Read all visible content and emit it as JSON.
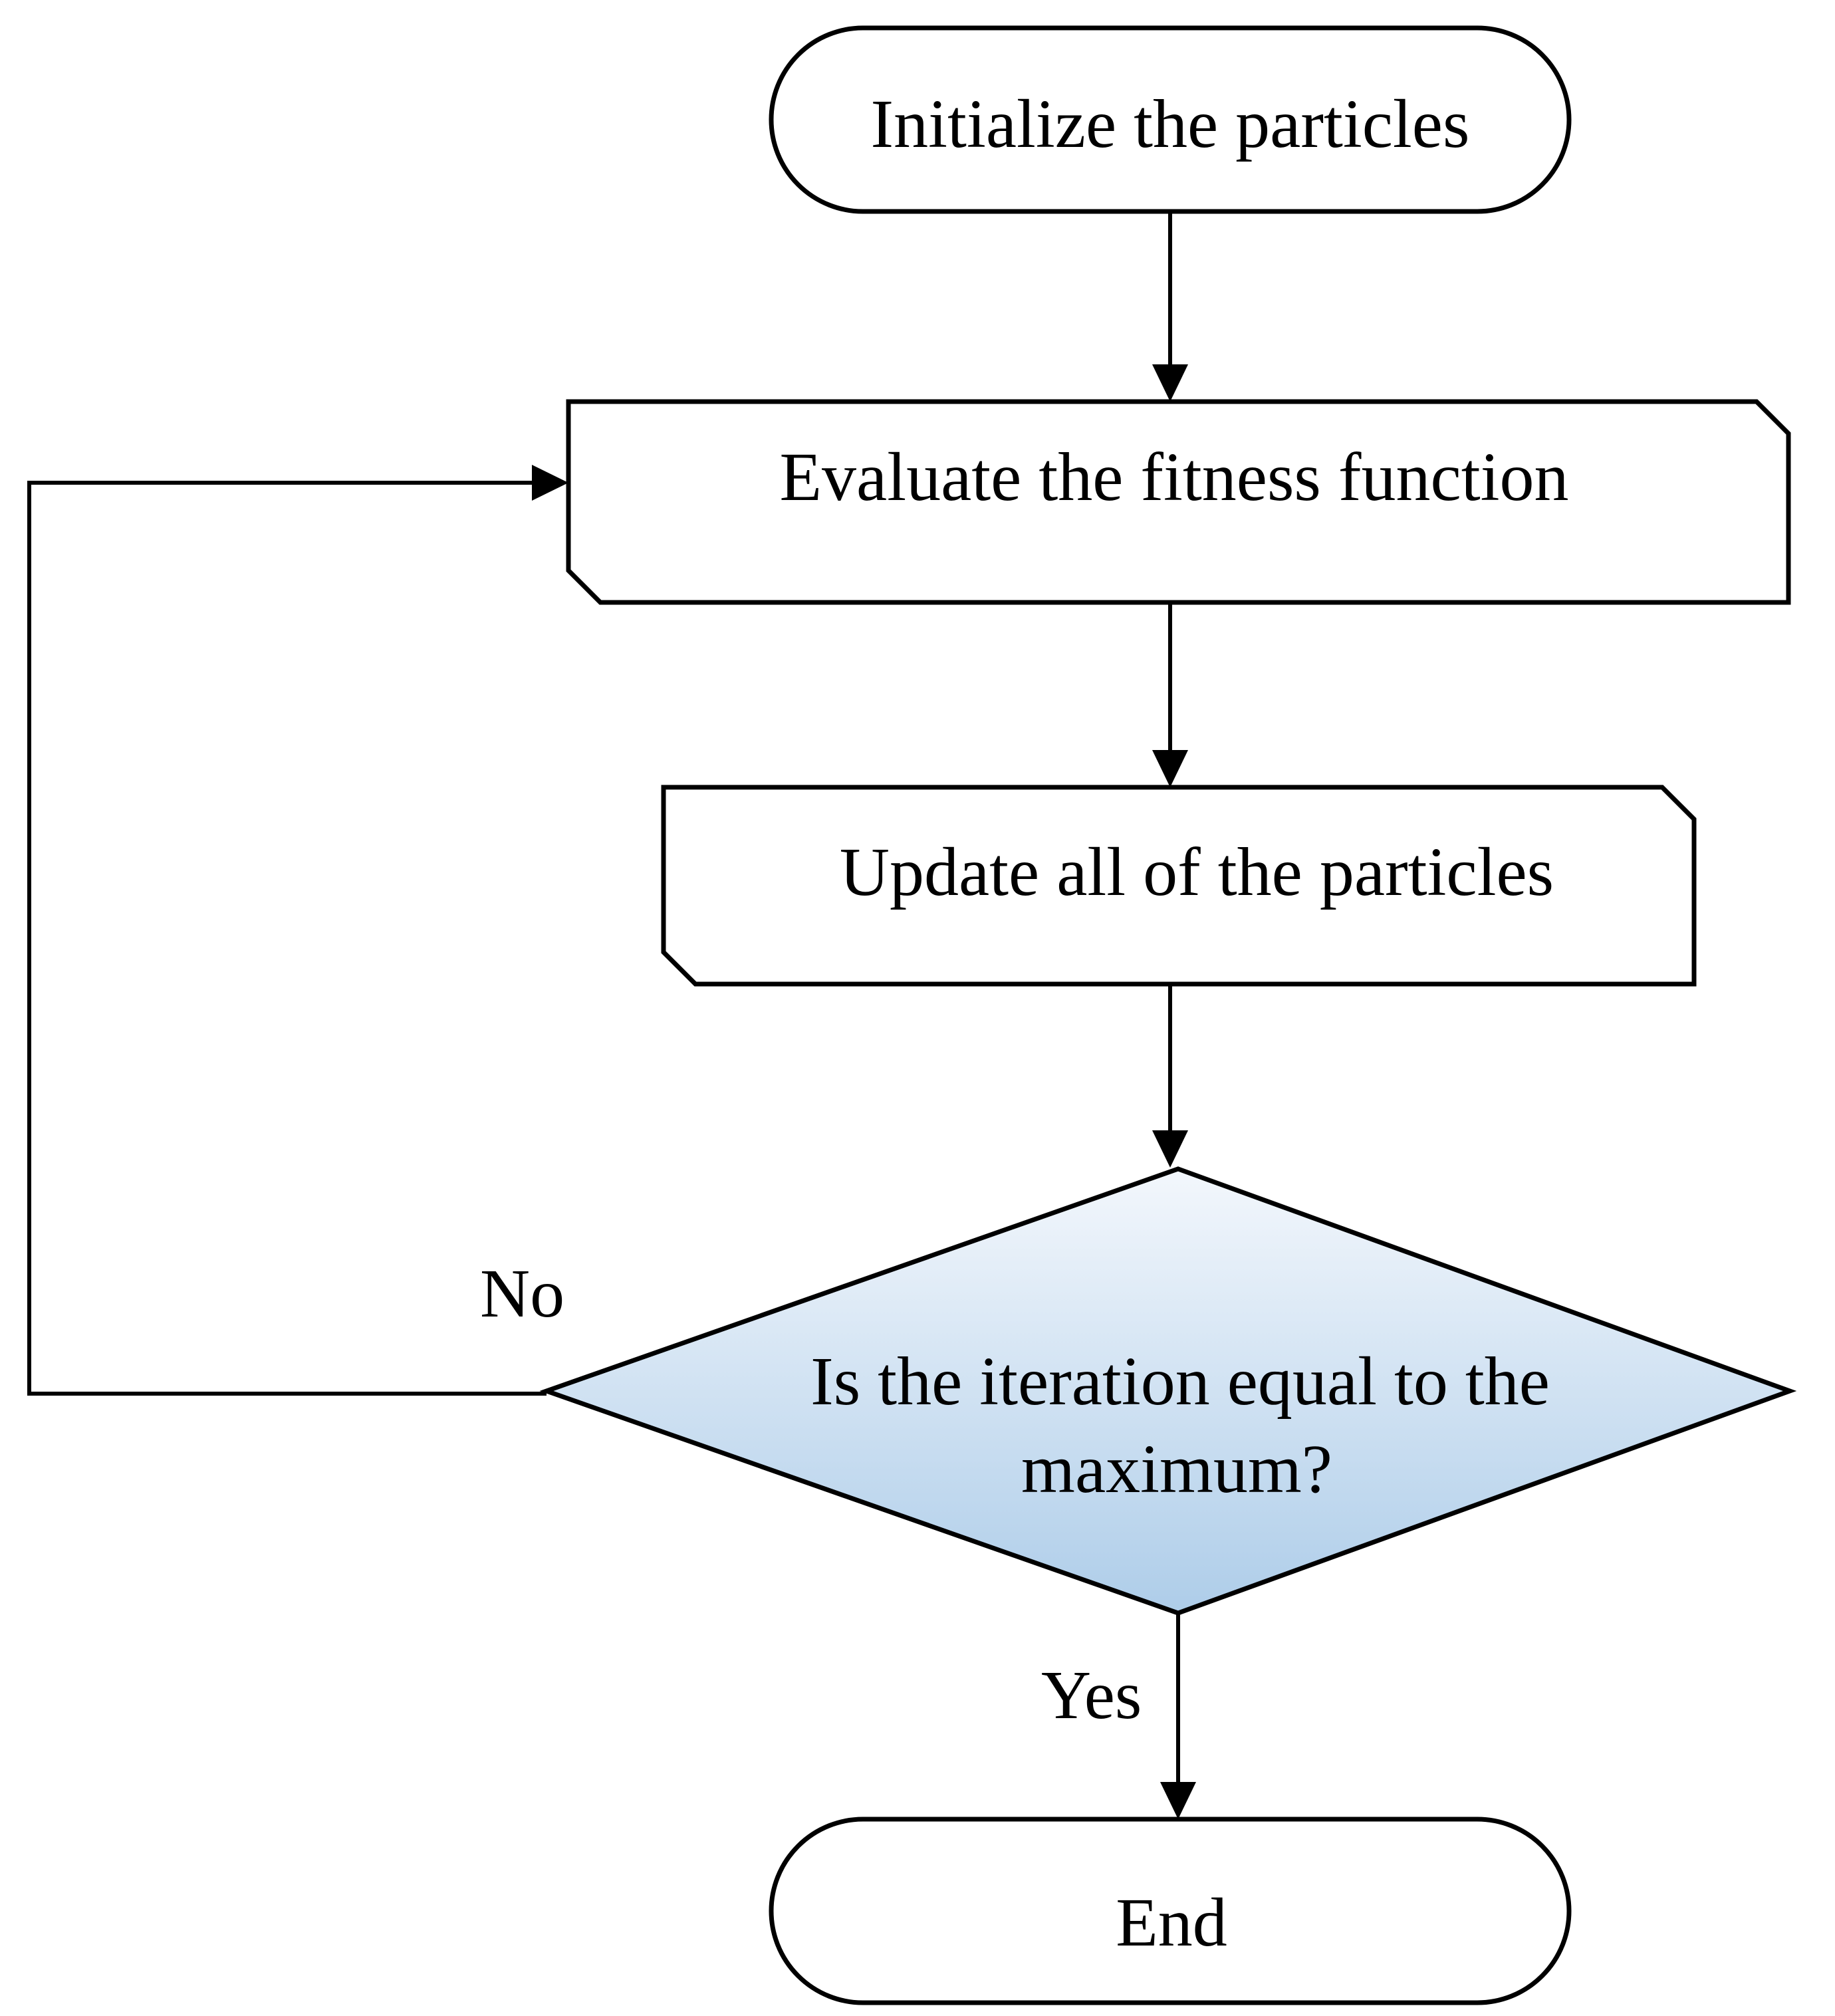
{
  "diagram": {
    "nodes": {
      "start": {
        "text": "Initialize the particles",
        "shape": "terminator"
      },
      "evaluate": {
        "text": "Evaluate the fitness function",
        "shape": "process-cut-corners"
      },
      "update": {
        "text": "Update all of the particles",
        "shape": "process-cut-corners"
      },
      "decision": {
        "lines": [
          "Is the iteration equal to the",
          "maximum?"
        ],
        "shape": "diamond",
        "fill_top": "#f3f7fc",
        "fill_bottom": "#aecde9"
      },
      "end": {
        "text": "End",
        "shape": "terminator"
      }
    },
    "edges": {
      "no_label": "No",
      "yes_label": "Yes"
    },
    "colors": {
      "stroke": "#000000",
      "background": "#ffffff"
    }
  }
}
